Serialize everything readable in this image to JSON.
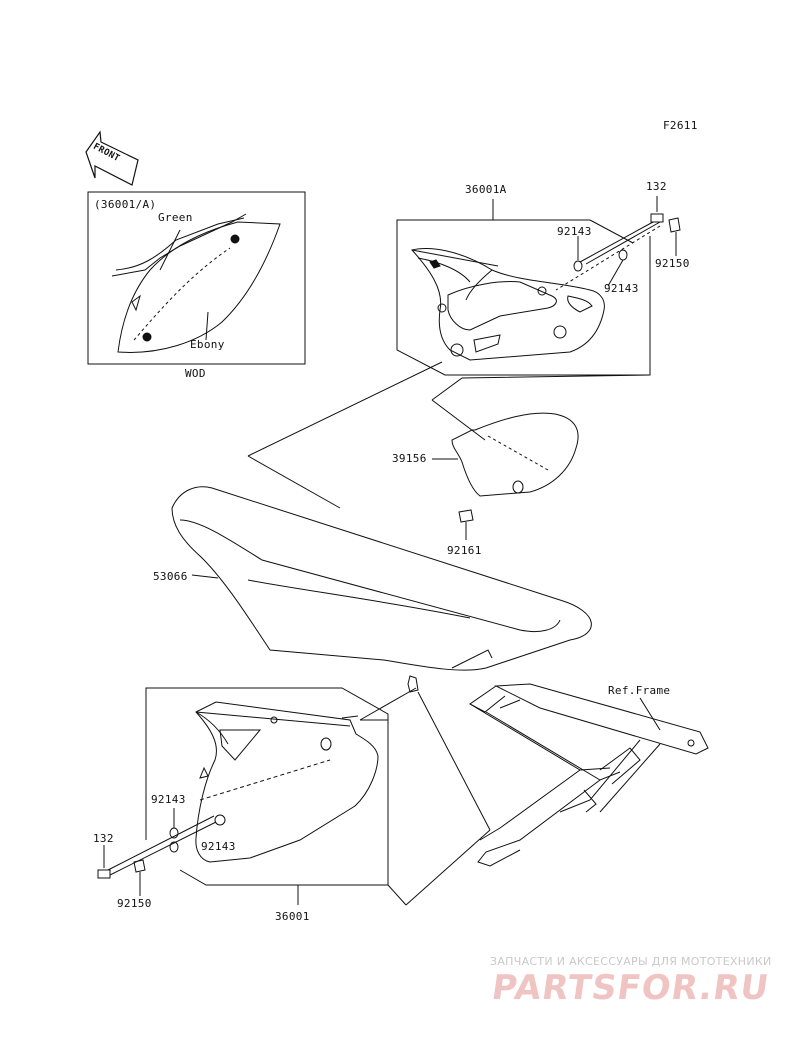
{
  "figure_code": "F2611",
  "front_label": "FRONT",
  "inset": {
    "ref": "(36001/A)",
    "label_green": "Green",
    "label_ebony": "Ebony",
    "caption": "WOD"
  },
  "parts": {
    "p36001A": "36001A",
    "p132_top": "132",
    "p92143_top_a": "92143",
    "p92150_top": "92150",
    "p92143_top_b": "92143",
    "p39156": "39156",
    "p92161": "92161",
    "p53066": "53066",
    "ref_frame": "Ref.Frame",
    "p92143_bot_a": "92143",
    "p132_bot": "132",
    "p92143_bot_b": "92143",
    "p92150_bot": "92150",
    "p36001": "36001"
  },
  "watermark": {
    "line1": "ЗАПЧАСТИ И АКСЕССУАРЫ ДЛЯ МОТОТЕХНИКИ",
    "line2": "PARTSFOR.RU"
  }
}
